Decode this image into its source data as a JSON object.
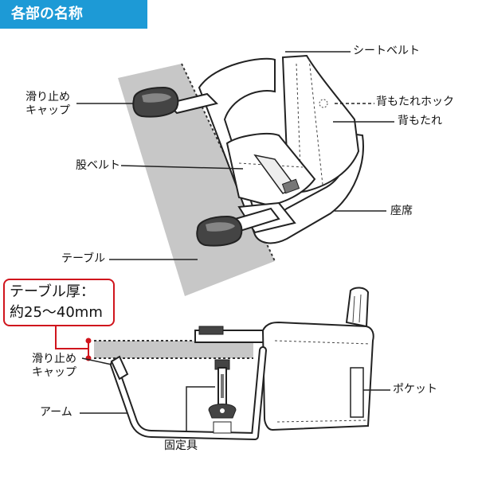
{
  "header": {
    "title": "各部の名称"
  },
  "labels": {
    "seatbelt": "シートベルト",
    "backhook": "背もたれホック",
    "backrest": "背もたれ",
    "cap_top_l1": "滑り止め",
    "cap_top_l2": "キャップ",
    "crotch_belt": "股ベルト",
    "seat": "座席",
    "table": "テーブル",
    "cap_bot_l1": "滑り止め",
    "cap_bot_l2": "キャップ",
    "pocket": "ポケット",
    "arm": "アーム",
    "fixture": "固定具"
  },
  "callout": {
    "line1": "テーブル厚：",
    "line2": "約25〜40mm"
  },
  "colors": {
    "header_bg": "#1d9ad6",
    "callout_border": "#d0151d",
    "table_gray": "#c7c7c7"
  }
}
